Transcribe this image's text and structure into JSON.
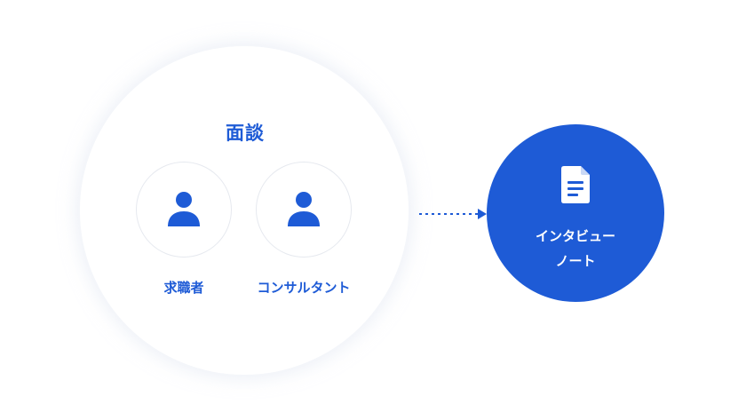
{
  "meeting": {
    "title": "面談",
    "participants": [
      {
        "label": "求職者",
        "icon": "person-icon"
      },
      {
        "label": "コンサルタント",
        "icon": "person-icon"
      }
    ]
  },
  "connector": {
    "icon": "dotted-arrow-right-icon"
  },
  "output": {
    "label_line1": "インタビュー",
    "label_line2": "ノート",
    "icon": "document-icon"
  },
  "colors": {
    "accent": "#1e5bd6",
    "circle_border": "#e6e9ef",
    "background": "#ffffff"
  }
}
